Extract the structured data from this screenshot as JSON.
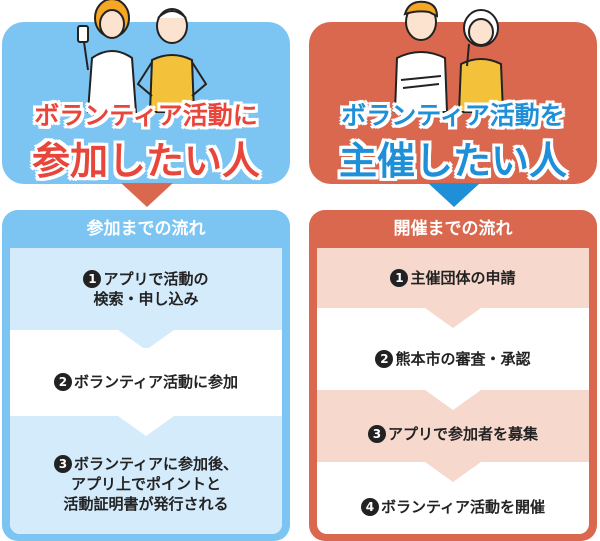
{
  "left": {
    "title_line1": "ボランティア活動に",
    "title_line2": "参加したい人",
    "flow_title": "参加までの流れ",
    "steps": [
      {
        "num": "1",
        "text": "アプリで活動の\n検索・申し込み"
      },
      {
        "num": "2",
        "text": "ボランティア活動に参加"
      },
      {
        "num": "3",
        "text": "ボランティアに参加後、\nアプリ上でポイントと\n活動証明書が発行される"
      }
    ],
    "colors": {
      "panel": "#7cc4f2",
      "step_a": "#d4ebfb",
      "step_b": "#ffffff",
      "title": "#e8453b"
    }
  },
  "right": {
    "title_line1": "ボランティア活動を",
    "title_line2": "主催したい人",
    "flow_title": "開催までの流れ",
    "steps": [
      {
        "num": "1",
        "text": "主催団体の申請"
      },
      {
        "num": "2",
        "text": "熊本市の審査・承認"
      },
      {
        "num": "3",
        "text": "アプリで参加者を募集"
      },
      {
        "num": "4",
        "text": "ボランティア活動を開催"
      }
    ],
    "colors": {
      "panel": "#d9684f",
      "step_a": "#f6d8cc",
      "step_b": "#ffffff",
      "title": "#1f8fd8"
    }
  },
  "icons": [
    "person-checking-phone-icon",
    "person-hands-on-hips-icon",
    "person-arms-crossed-icon",
    "person-thinking-icon"
  ]
}
